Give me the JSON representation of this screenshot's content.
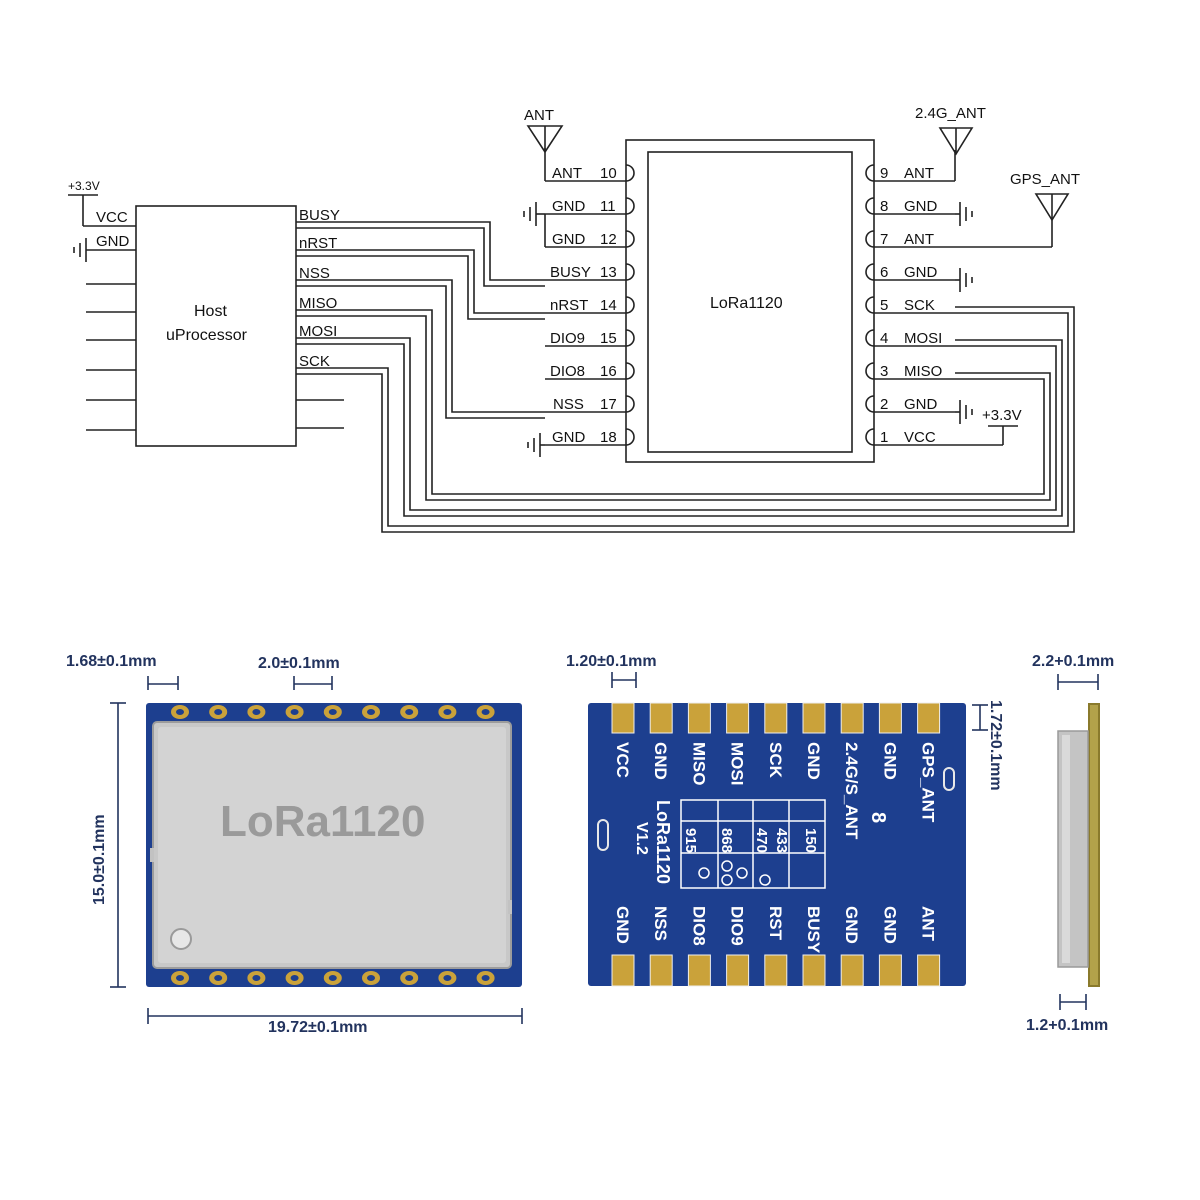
{
  "schematic": {
    "supply_label": "+3.3V",
    "host": {
      "title_line1": "Host",
      "title_line2": "uProcessor",
      "left_pins": [
        "VCC",
        "GND"
      ],
      "right_pins": [
        "BUSY",
        "nRST",
        "NSS",
        "MISO",
        "MOSI",
        "SCK"
      ]
    },
    "module": {
      "name": "LoRa1120",
      "left_pins": [
        {
          "num": "10",
          "name": "ANT"
        },
        {
          "num": "11",
          "name": "GND"
        },
        {
          "num": "12",
          "name": "GND"
        },
        {
          "num": "13",
          "name": "BUSY"
        },
        {
          "num": "14",
          "name": "nRST"
        },
        {
          "num": "15",
          "name": "DIO9"
        },
        {
          "num": "16",
          "name": "DIO8"
        },
        {
          "num": "17",
          "name": "NSS"
        },
        {
          "num": "18",
          "name": "GND"
        }
      ],
      "right_pins": [
        {
          "num": "9",
          "name": "ANT"
        },
        {
          "num": "8",
          "name": "GND"
        },
        {
          "num": "7",
          "name": "ANT"
        },
        {
          "num": "6",
          "name": "GND"
        },
        {
          "num": "5",
          "name": "SCK"
        },
        {
          "num": "4",
          "name": "MOSI"
        },
        {
          "num": "3",
          "name": "MISO"
        },
        {
          "num": "2",
          "name": "GND"
        },
        {
          "num": "1",
          "name": "VCC"
        }
      ]
    },
    "antennas": {
      "ant": "ANT",
      "ant_2g4": "2.4G_ANT",
      "gps": "GPS_ANT"
    },
    "vcc_label": "+3.3V"
  },
  "dimensions": {
    "pad_width": "1.68±0.1mm",
    "pitch": "2.0±0.1mm",
    "height": "15.0±0.1mm",
    "width": "19.72±0.1mm",
    "back_pad": "1.20±0.1mm",
    "back_pad_len": "1.72±0.1mm",
    "side_top": "2.2+0.1mm",
    "side_bottom": "1.2+0.1mm"
  },
  "front": {
    "shield_label": "LoRa1120"
  },
  "back": {
    "top_labels": [
      "VCC",
      "GND",
      "MISO",
      "MOSI",
      "SCK",
      "GND",
      "2.4G/S_ANT",
      "GND",
      "GPS_ANT"
    ],
    "bottom_labels": [
      "GND",
      "NSS",
      "DIO8",
      "DIO9",
      "RST",
      "BUSY",
      "GND",
      "GND",
      "ANT"
    ],
    "model": "LoRa1120",
    "version": "V1.2",
    "freq_row1": [
      "150",
      "433",
      "470",
      "868",
      "915"
    ],
    "mark": "8"
  },
  "colors": {
    "pcb_blue": "#1d3f8f",
    "gold": "#caa23a",
    "shield": "#c9c9c9",
    "dim": "#22335e"
  }
}
